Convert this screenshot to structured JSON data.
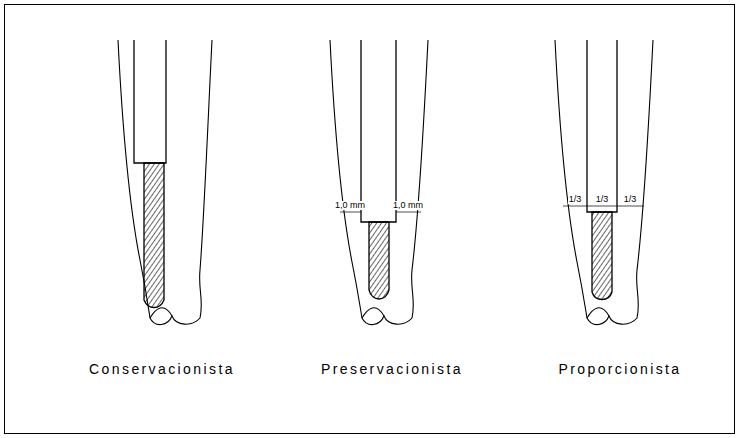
{
  "diagram": {
    "labels": [
      "1,0 mm",
      "1,0 mm",
      "1/3",
      "1/3",
      "1/3",
      "Conservacionista",
      "Preservacionista",
      "Proporcionista"
    ]
  }
}
